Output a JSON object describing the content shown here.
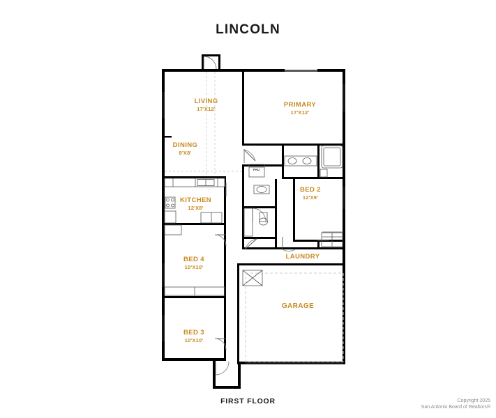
{
  "header": {
    "title": "LINCOLN"
  },
  "footer": {
    "floor_label": "FIRST FLOOR",
    "copyright_line1": "Copyright 2025",
    "copyright_line2": "San Antonio Board of Realtors®"
  },
  "labels": {
    "fau": "FAU"
  },
  "rooms": [
    {
      "name": "LIVING",
      "dim": "17'X12'"
    },
    {
      "name": "PRIMARY",
      "dim": "17'X12'"
    },
    {
      "name": "DINING",
      "dim": "8'X8'"
    },
    {
      "name": "KITCHEN",
      "dim": "12'X8'"
    },
    {
      "name": "BED 2",
      "dim": "12'X9'"
    },
    {
      "name": "BED 4",
      "dim": "10'X10'"
    },
    {
      "name": "LAUNDRY",
      "dim": ""
    },
    {
      "name": "BED 3",
      "dim": "10'X10'"
    },
    {
      "name": "GARAGE",
      "dim": ""
    }
  ],
  "colors": {
    "room_label": "#c8891f",
    "wall": "#000000",
    "fixture_line": "#5a5a5a",
    "garage_dash": "#c9c9c9",
    "copyright": "#8c8c8c"
  }
}
